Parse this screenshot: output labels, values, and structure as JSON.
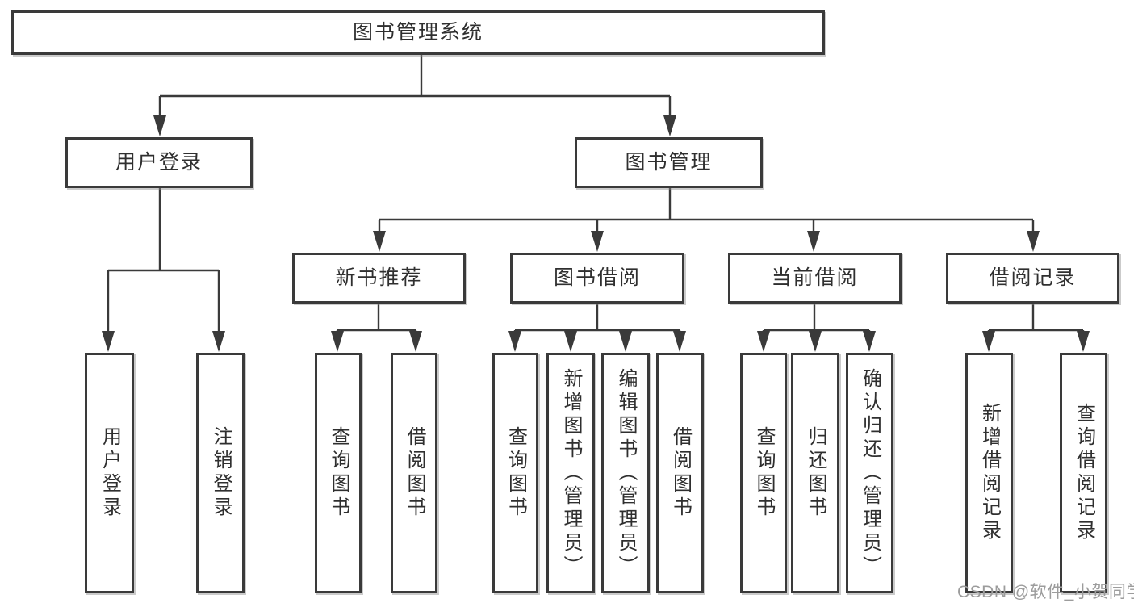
{
  "nodes": {
    "root": {
      "label": "图书管理系统"
    },
    "userLogin": {
      "label": "用户登录"
    },
    "bookManagement": {
      "label": "图书管理"
    },
    "newBookRecommend": {
      "label": "新书推荐"
    },
    "bookBorrow": {
      "label": "图书借阅"
    },
    "currentBorrow": {
      "label": "当前借阅"
    },
    "borrowRecord": {
      "label": "借阅记录"
    },
    "leafUserLogin": {
      "label": "用户登录"
    },
    "leafLogout": {
      "label": "注销登录"
    },
    "leafQueryBook1": {
      "label": "查询图书"
    },
    "leafBorrowBook1": {
      "label": "借阅图书"
    },
    "leafQueryBook2": {
      "label": "查询图书"
    },
    "leafAddBook": {
      "label": "新增图书（管理员）"
    },
    "leafEditBook": {
      "label": "编辑图书（管理员）"
    },
    "leafBorrowBook2": {
      "label": "借阅图书"
    },
    "leafQueryBook3": {
      "label": "查询图书"
    },
    "leafReturnBook": {
      "label": "归还图书"
    },
    "leafConfirmReturn": {
      "label": "确认归还（管理员）"
    },
    "leafAddRecord": {
      "label": "新增借阅记录"
    },
    "leafQueryRecord": {
      "label": "查询借阅记录"
    }
  },
  "hierarchy": [
    {
      "parent": "图书管理系统",
      "children": [
        "用户登录",
        "图书管理"
      ]
    },
    {
      "parent": "用户登录",
      "children": [
        "用户登录",
        "注销登录"
      ]
    },
    {
      "parent": "图书管理",
      "children": [
        "新书推荐",
        "图书借阅",
        "当前借阅",
        "借阅记录"
      ]
    },
    {
      "parent": "新书推荐",
      "children": [
        "查询图书",
        "借阅图书"
      ]
    },
    {
      "parent": "图书借阅",
      "children": [
        "查询图书",
        "新增图书（管理员）",
        "编辑图书（管理员）",
        "借阅图书"
      ]
    },
    {
      "parent": "当前借阅",
      "children": [
        "查询图书",
        "归还图书",
        "确认归还（管理员）"
      ]
    },
    {
      "parent": "借阅记录",
      "children": [
        "新增借阅记录",
        "查询借阅记录"
      ]
    }
  ],
  "watermark": {
    "text": "CSDN @软件_小贺同学"
  },
  "colors": {
    "line": "#3a3a3a",
    "text": "#2f2f2f",
    "watermark": "#9c9c9c",
    "background": "#ffffff"
  }
}
